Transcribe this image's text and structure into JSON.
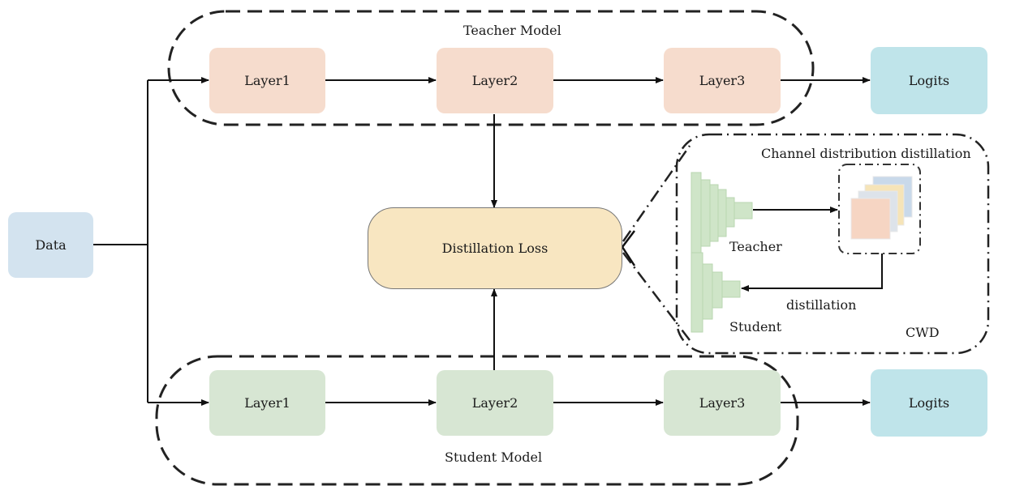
{
  "diagram": {
    "input": {
      "label": "Data",
      "color": "#d3e3ef"
    },
    "teacher": {
      "title": "Teacher Model",
      "layers": [
        "Layer1",
        "Layer2",
        "Layer3"
      ],
      "layer_color": "#f6dccd",
      "output": "Logits"
    },
    "student": {
      "title": "Student Model",
      "layers": [
        "Layer1",
        "Layer2",
        "Layer3"
      ],
      "layer_color": "#d7e6d3",
      "output": "Logits"
    },
    "logits_color": "#bfe4ea",
    "loss": {
      "label": "Distillation Loss",
      "color": "#f8e6c1"
    },
    "cwd": {
      "title": "Channel distribution distillation",
      "teacher_label": "Teacher",
      "student_label": "Student",
      "arrow_label": "distillation",
      "name": "CWD",
      "network_color": "#cfe5c8",
      "feature_map_colors": [
        "#c9d9ea",
        "#f6e4b8",
        "#dde3ea",
        "#f6d5c3"
      ]
    }
  }
}
